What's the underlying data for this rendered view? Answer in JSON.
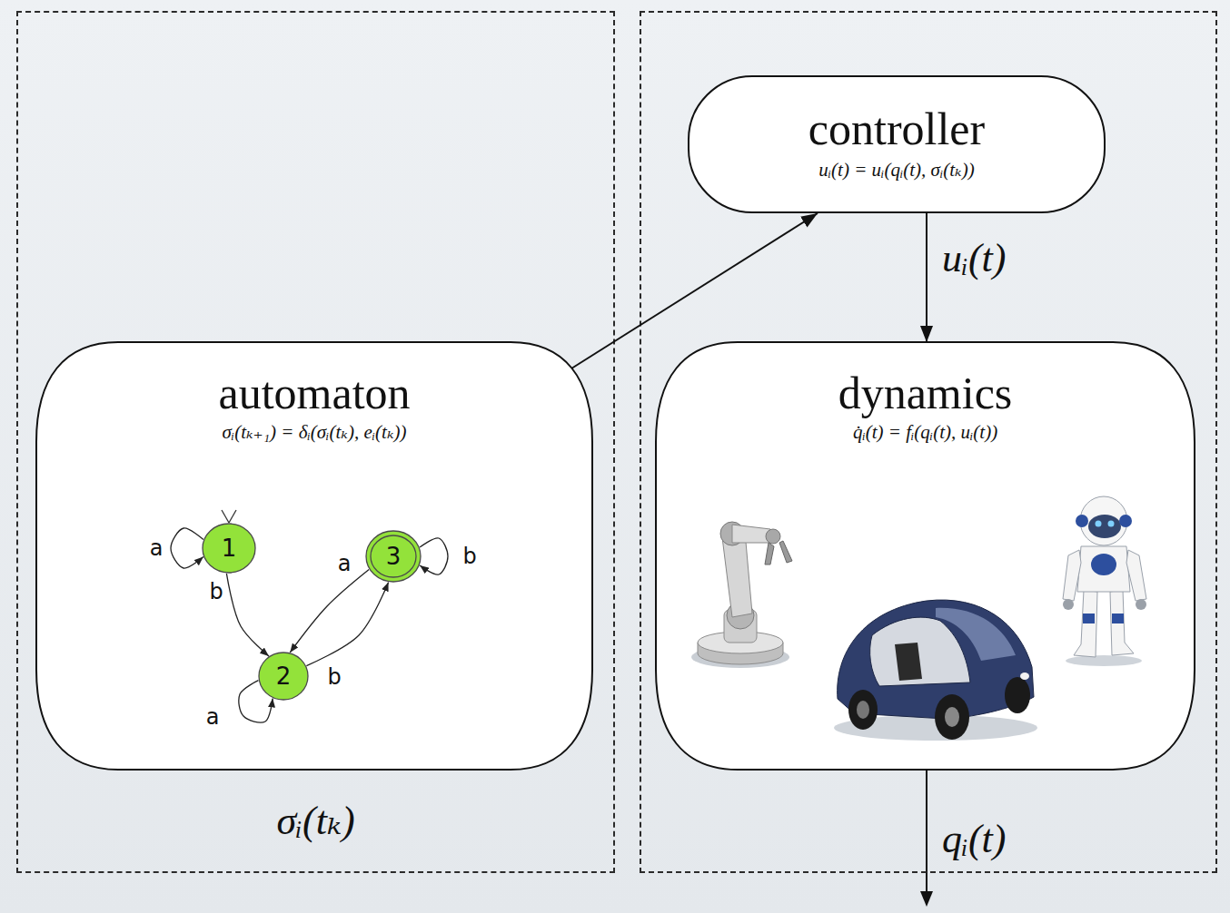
{
  "diagram": {
    "nodes": [
      {
        "text": [
          "σᵢ(tₖ)"
        ]
      },
      {
        "text": [
          "automaton",
          "σᵢ(tₖ₊₁) = δᵢ(σᵢ(tₖ), eᵢ(tₖ))"
        ],
        "in": 0
      },
      {
        "text": [
          "1"
        ],
        "in": 1
      },
      {
        "text": [
          "2"
        ],
        "in": 1
      },
      {
        "text": [
          "3"
        ],
        "in": 1
      },
      {
        "text": []
      },
      {
        "text": [
          "controller",
          "uᵢ(t) = uᵢ(qᵢ(t), σᵢ(tₖ))"
        ],
        "in": 5
      },
      {
        "text": [
          "dynamics",
          "q̇ᵢ(t) = fᵢ(qᵢ(t), uᵢ(t))"
        ],
        "in": 5
      }
    ],
    "edges": [
      {
        "from": 1,
        "to": 6,
        "arrow": "to"
      },
      {
        "from": 6,
        "to": 7,
        "label": "uᵢ(t)",
        "arrow": "to"
      },
      {
        "from": 2,
        "to": 2,
        "label": "a",
        "arrow": "to"
      },
      {
        "from": 2,
        "to": 3,
        "label": "b",
        "arrow": "to"
      },
      {
        "from": 3,
        "to": 3,
        "label": "a",
        "arrow": "to"
      },
      {
        "from": 3,
        "to": 4,
        "label": "b",
        "arrow": "to"
      },
      {
        "from": 4,
        "to": 3,
        "label": "a",
        "arrow": "to"
      },
      {
        "from": 4,
        "to": 4,
        "label": "b",
        "arrow": "to"
      }
    ],
    "labels": [
      "qᵢ(t)"
    ]
  }
}
